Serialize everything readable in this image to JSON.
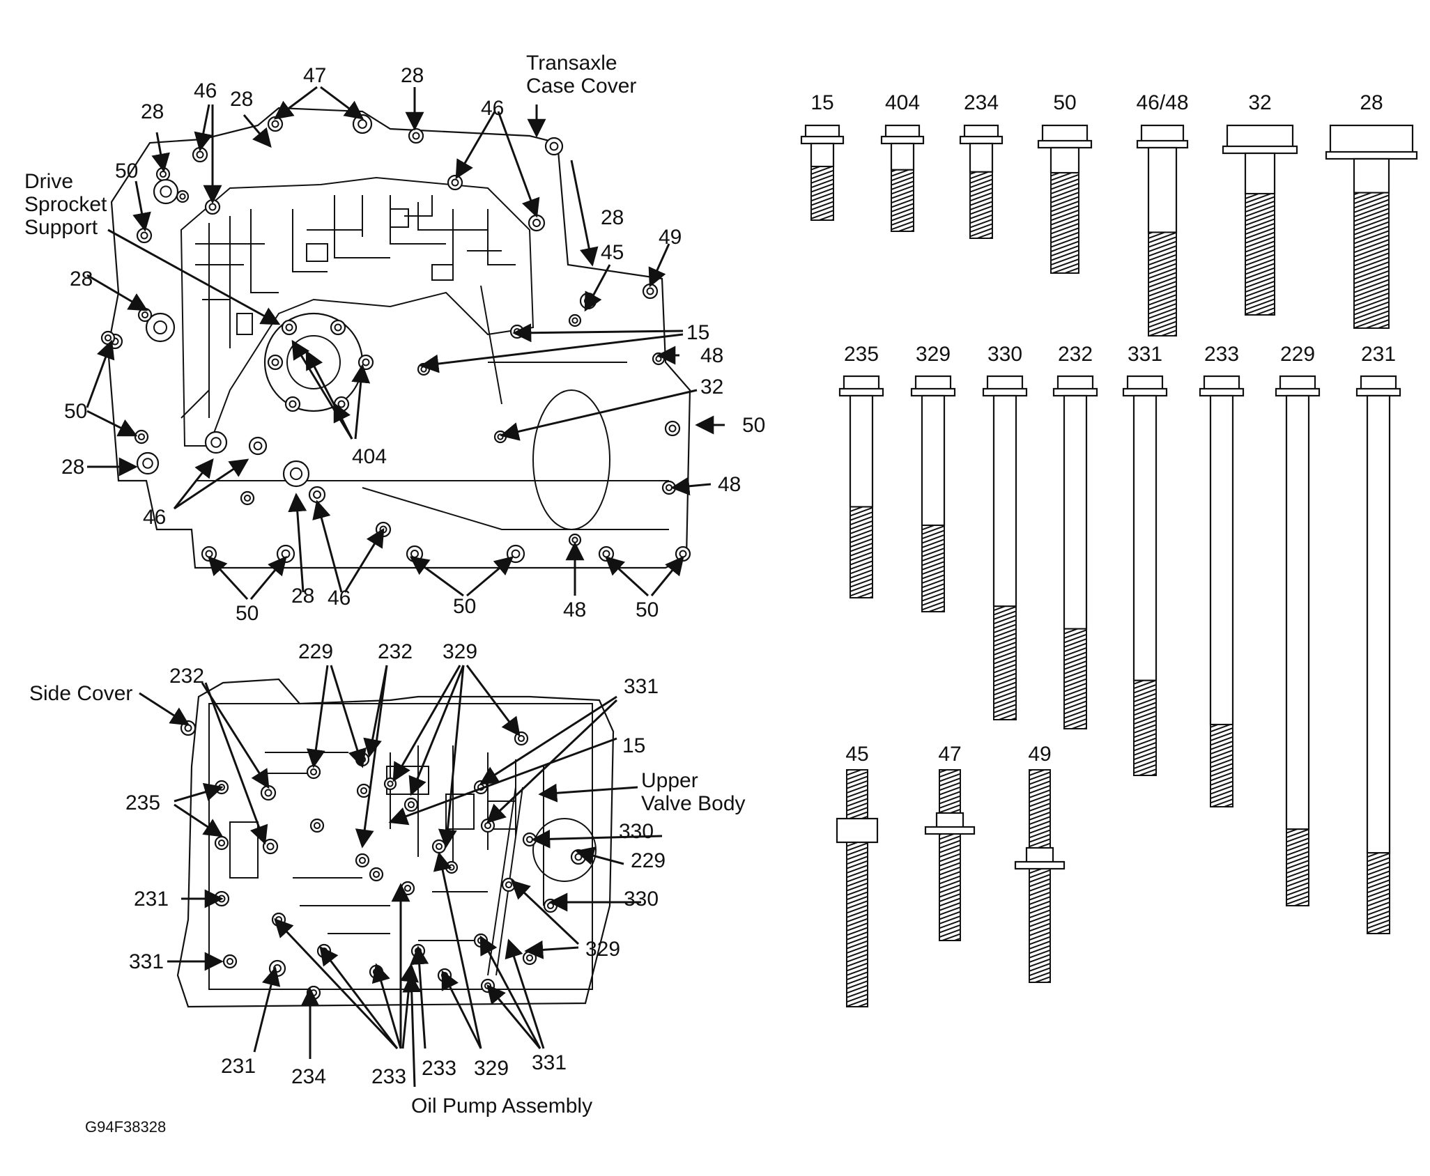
{
  "figure_code": "G94F38328",
  "top_view": {
    "labels": {
      "transaxle_case_cover": [
        "Transaxle",
        "Case Cover"
      ],
      "drive_sprocket_support": [
        "Drive",
        "Sprocket",
        "Support"
      ],
      "n47": "47",
      "n28_top": "28",
      "n46_tl": "46",
      "n28_tl": "28",
      "n28_l1": "28",
      "n50_l1": "50",
      "n46_tr": "46",
      "n28_r": "28",
      "n45": "45",
      "n49": "49",
      "n28_l2": "28",
      "n15": "15",
      "n48_r1": "48",
      "n32": "32",
      "n50_l2": "50",
      "n50_r": "50",
      "n28_l3": "28",
      "n404": "404",
      "n48_r2": "48",
      "n46_b1": "46",
      "n50_b1": "50",
      "n28_b": "28",
      "n46_b2": "46",
      "n50_b2": "50",
      "n48_b": "48",
      "n50_b3": "50"
    }
  },
  "bottom_view": {
    "labels": {
      "side_cover": "Side Cover",
      "upper_valve_body": [
        "Upper",
        "Valve Body"
      ],
      "oil_pump_assembly": "Oil Pump Assembly",
      "n232_l": "232",
      "n229_t": "229",
      "n232_t": "232",
      "n329_t": "329",
      "n331_t": "331",
      "n15": "15",
      "n235": "235",
      "n330_1": "330",
      "n229_r": "229",
      "n231_l": "231",
      "n330_2": "330",
      "n329_r": "329",
      "n331_l": "331",
      "n231_b": "231",
      "n234": "234",
      "n233_1": "233",
      "n233_2": "233",
      "n329_b": "329",
      "n331_b": "331"
    }
  },
  "bolt_chart": {
    "row1": [
      "15",
      "404",
      "234",
      "50",
      "46/48",
      "32",
      "28"
    ],
    "row2": [
      "235",
      "329",
      "330",
      "232",
      "331",
      "233",
      "229",
      "231"
    ],
    "row3": [
      "45",
      "47",
      "49"
    ]
  }
}
